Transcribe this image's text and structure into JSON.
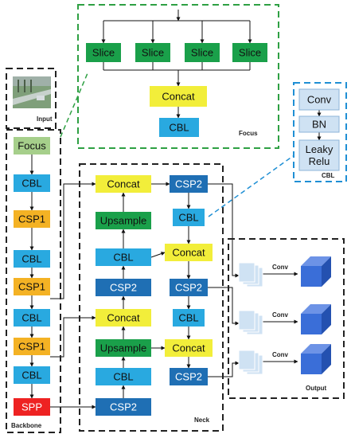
{
  "colors": {
    "green": "#1aa04a",
    "yellow": "#f2ee3a",
    "cyan": "#29a9e0",
    "orange": "#f4b224",
    "red": "#ee2222",
    "dark_blue": "#1f6fb4",
    "light_green": "#a6cf8b",
    "pale_blue": "#cfe2f3",
    "cube_blue": "#3a6ed8",
    "dash_green": "#2ea043",
    "dash_blue": "#1f8fd4",
    "dash_black": "#222222"
  },
  "regions": {
    "input": "Input",
    "focus": "Focus",
    "cbl": "CBL",
    "backbone": "Backbone",
    "neck": "Neck",
    "output": "Output"
  },
  "focus_module": {
    "slices": [
      "Slice",
      "Slice",
      "Slice",
      "Slice"
    ],
    "concat": "Concat",
    "cbl": "CBL"
  },
  "cbl_module": {
    "conv": "Conv",
    "bn": "BN",
    "leaky_relu": [
      "Leaky",
      "Relu"
    ]
  },
  "backbone": [
    "Focus",
    "CBL",
    "CSP1",
    "CBL",
    "CSP1",
    "CBL",
    "CSP1",
    "CBL",
    "SPP"
  ],
  "neck": {
    "col1": [
      "Concat",
      "Upsample",
      "CBL",
      "CSP2",
      "Concat",
      "Upsample",
      "CBL",
      "CSP2"
    ],
    "col2": [
      "CSP2",
      "CBL",
      "Concat",
      "CSP2",
      "CBL",
      "Concat",
      "CSP2"
    ]
  },
  "output": {
    "conv_labels": [
      "Conv",
      "Conv",
      "Conv"
    ]
  },
  "input_image": "aerial-drone-photo"
}
